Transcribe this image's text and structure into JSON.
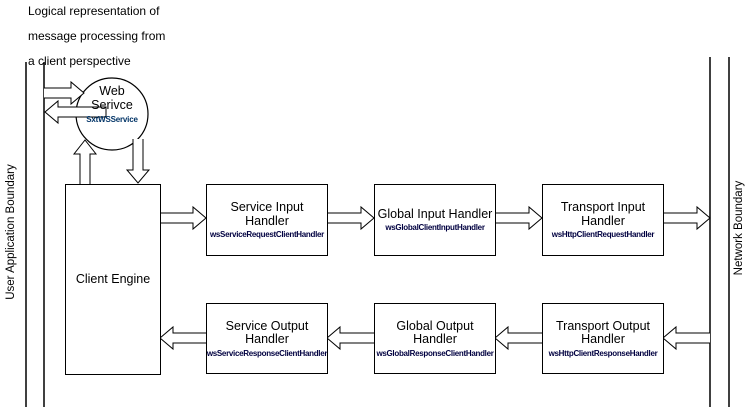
{
  "header": {
    "line1": "Logical representation of",
    "line2": "message processing from",
    "line3": "a client perspective"
  },
  "boundaries": {
    "left_label": "User Application Boundary",
    "right_label": "Network Boundary"
  },
  "web_service": {
    "title_line1": "Web",
    "title_line2": "Serivce",
    "subtitle": "SxtWSService"
  },
  "client_engine": {
    "label": "Client Engine"
  },
  "handlers": {
    "input": [
      {
        "title": "Service Input Handler",
        "subtitle": "wsServiceRequestClientHandler"
      },
      {
        "title": "Global Input Handler",
        "subtitle": "wsGlobalClientInputHandler"
      },
      {
        "title": "Transport Input Handler",
        "subtitle": "wsHttpClientRequestHandler"
      }
    ],
    "output": [
      {
        "title": "Service Output Handler",
        "subtitle": "wsServiceResponseClientHandler"
      },
      {
        "title": "Global Output Handler",
        "subtitle": "wsGlobalResponseClientHandler"
      },
      {
        "title": "Transport Output Handler",
        "subtitle": "wsHttpClientResponseHandler"
      }
    ]
  },
  "flow": {
    "top_row_direction": "right",
    "bottom_row_direction": "left"
  },
  "colors": {
    "line": "#000000",
    "box_fill": "#ffffff",
    "handler_subtitle": "#000040",
    "web_service_subtitle": "#003366",
    "background": "#ffffff"
  }
}
